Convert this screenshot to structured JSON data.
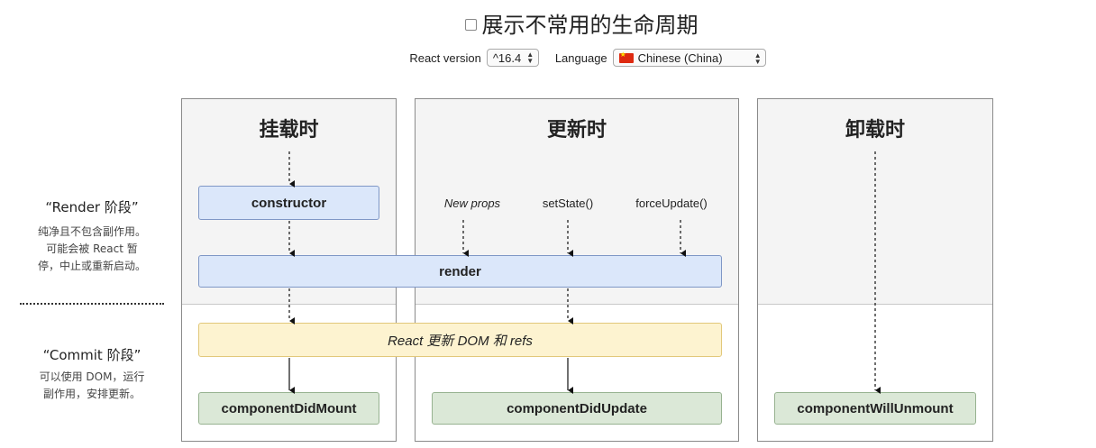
{
  "header": {
    "title": "展示不常用的生命周期",
    "react_version_label": "React version",
    "react_version_value": "^16.4",
    "language_label": "Language",
    "language_value": "Chinese (China)"
  },
  "phases": {
    "mounting": {
      "title": "挂载时"
    },
    "updating": {
      "title": "更新时"
    },
    "unmounting": {
      "title": "卸载时"
    }
  },
  "stages": {
    "render": {
      "title": "“Render 阶段”",
      "desc_lines": [
        "纯净且不包含副作用。",
        "可能会被 React 暂",
        "停，中止或重新启动。"
      ]
    },
    "commit": {
      "title": "“Commit 阶段”",
      "desc_lines": [
        "可以使用 DOM，运行",
        "副作用，安排更新。"
      ]
    }
  },
  "triggers": {
    "new_props": "New props",
    "set_state": "setState()",
    "force_update": "forceUpdate()"
  },
  "methods": {
    "constructor": "constructor",
    "render": "render",
    "react_updates": "React 更新 DOM 和 refs",
    "did_mount": "componentDidMount",
    "did_update": "componentDidUpdate",
    "will_unmount": "componentWillUnmount"
  },
  "colors": {
    "render_box": "#dbe7fa",
    "commit_box": "#fdf3d0",
    "method_box": "#dbe8d7",
    "phase_upper_bg": "#f4f4f4"
  }
}
